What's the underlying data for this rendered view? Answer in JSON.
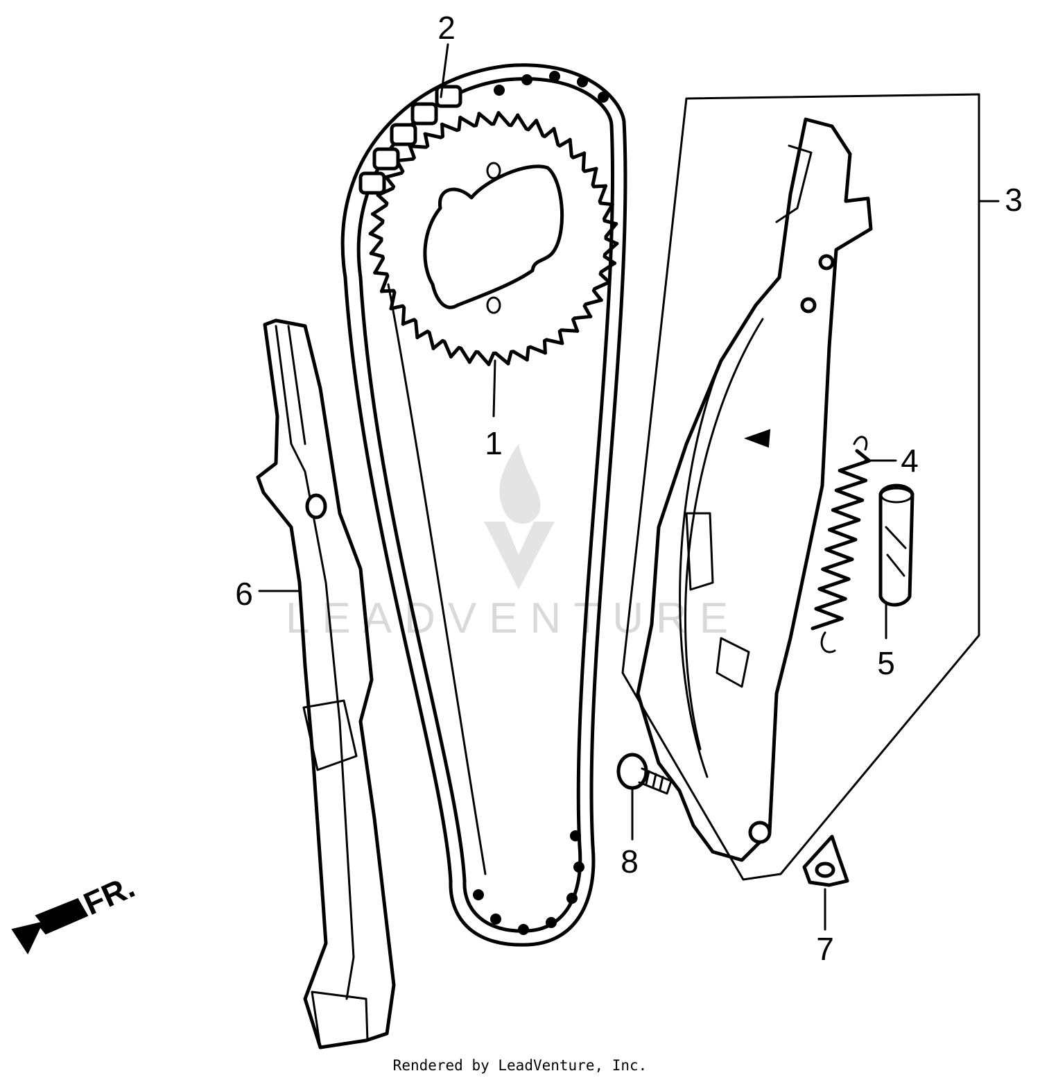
{
  "callouts": [
    {
      "id": "1",
      "label": "1"
    },
    {
      "id": "2",
      "label": "2"
    },
    {
      "id": "3",
      "label": "3"
    },
    {
      "id": "4",
      "label": "4"
    },
    {
      "id": "5",
      "label": "5"
    },
    {
      "id": "6",
      "label": "6"
    },
    {
      "id": "7",
      "label": "7"
    },
    {
      "id": "8",
      "label": "8"
    }
  ],
  "direction_marker": {
    "label": "FR.",
    "icon": "front-arrow-icon"
  },
  "watermark": {
    "text": "LEADVENTURE",
    "icon": "leadventure-logo-icon"
  },
  "footer": {
    "text": "Rendered by LeadVenture, Inc."
  }
}
